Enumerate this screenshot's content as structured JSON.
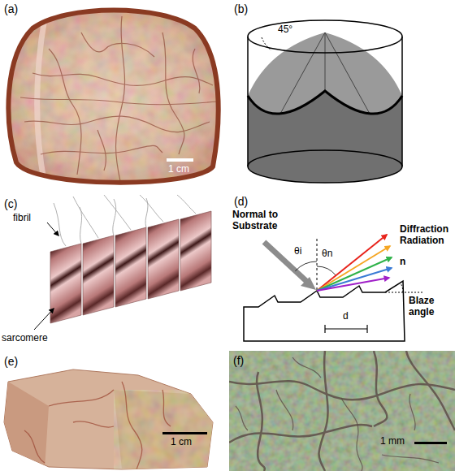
{
  "diagram": {
    "labels": [
      "(a)",
      "1 cm",
      "(b)",
      "45°",
      "(c)",
      "fibril",
      "sarcomere",
      "(d)",
      "Normal to Substrate",
      "θi",
      "θn",
      "Diffraction Radiation",
      "n",
      "Blaze angle",
      "d",
      "(e)",
      "1 cm",
      "(f)",
      "1 mm"
    ]
  }
}
